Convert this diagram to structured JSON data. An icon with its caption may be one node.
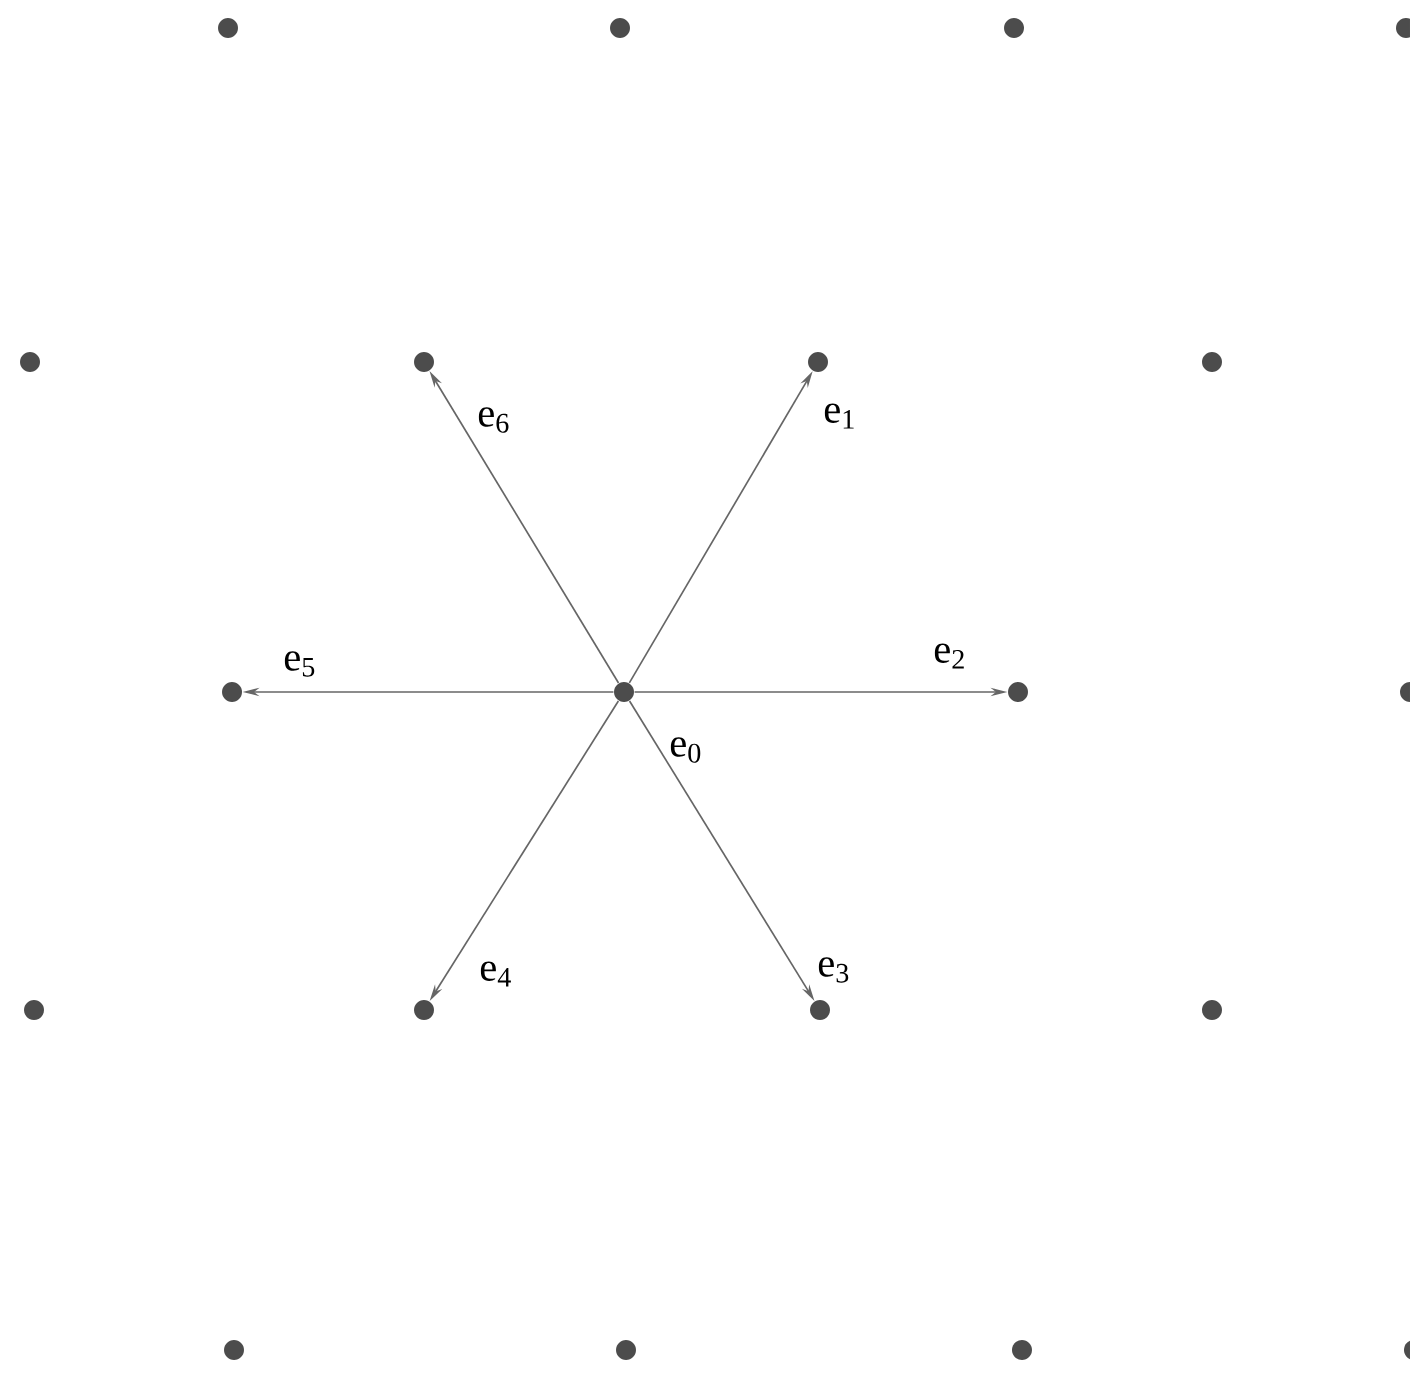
{
  "diagram": {
    "nodes": [
      {
        "text": [],
        "shape": "circle"
      },
      {
        "text": [],
        "shape": "circle"
      },
      {
        "text": [],
        "shape": "circle"
      },
      {
        "text": [],
        "shape": "circle"
      },
      {
        "text": [],
        "shape": "circle"
      },
      {
        "text": [],
        "shape": "circle"
      },
      {
        "text": [],
        "shape": "circle"
      },
      {
        "text": [],
        "shape": "circle"
      },
      {
        "text": [],
        "shape": "circle"
      },
      {
        "text": [],
        "shape": "circle",
        "beside": [
          "e$_{0}$"
        ]
      },
      {
        "text": [],
        "shape": "circle"
      },
      {
        "text": [],
        "shape": "circle"
      },
      {
        "text": [],
        "shape": "circle"
      },
      {
        "text": [],
        "shape": "circle"
      },
      {
        "text": [],
        "shape": "circle"
      },
      {
        "text": [],
        "shape": "circle"
      },
      {
        "text": [],
        "shape": "circle"
      },
      {
        "text": [],
        "shape": "circle"
      },
      {
        "text": [],
        "shape": "circle"
      },
      {
        "text": [],
        "shape": "circle"
      }
    ],
    "edges": [
      {
        "from": 9,
        "to": 6,
        "arrow": "to",
        "label": "e$_{1}$"
      },
      {
        "from": 9,
        "to": 10,
        "arrow": "to",
        "label": "e$_{2}$"
      },
      {
        "from": 9,
        "to": 14,
        "arrow": "to",
        "label": "e$_{3}$"
      },
      {
        "from": 9,
        "to": 13,
        "arrow": "to",
        "label": "e$_{4}$"
      },
      {
        "from": 9,
        "to": 8,
        "arrow": "to",
        "label": "e$_{5}$"
      },
      {
        "from": 9,
        "to": 5,
        "arrow": "to",
        "label": "e$_{6}$"
      }
    ]
  }
}
